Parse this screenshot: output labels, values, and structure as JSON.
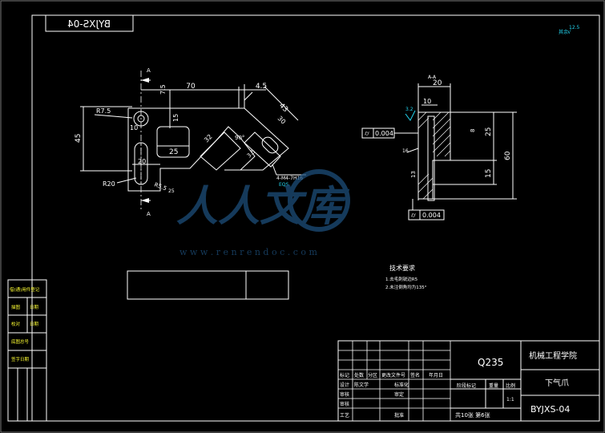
{
  "drawing": {
    "code_mirrored": "BYJXS-04",
    "roughness_symbol": "√",
    "roughness_value": "12.5",
    "roughness_prefix": "其余",
    "section_label_a": "A",
    "section_title": "A-A",
    "material": "Q235",
    "school": "机械工程学院",
    "part_name": "下气爪",
    "drawing_number": "BYJXS-04",
    "sheet_info": "共10张 第6张",
    "scale": "1:1",
    "watermark_text": "人人文库",
    "watermark_url": "w w w . r e n r e n d o c . c o m"
  },
  "dimensions_front": {
    "d70": "70",
    "d4_5": "4.5",
    "d7_5": "7.5",
    "d15": "15",
    "r7_5": "R7.5",
    "d10": "10",
    "d45": "45",
    "d25": "25",
    "d32": "32",
    "d43": "43",
    "d30": "30",
    "d90": "90°",
    "d3_5": "3.5",
    "r20": "R20",
    "d20": "20",
    "r5_5": "R5.5",
    "d25b": "25",
    "thread": "4-M4-7H16",
    "thread2": "EQS"
  },
  "dimensions_section": {
    "d20": "20",
    "d10": "10",
    "d25": "25",
    "d60": "60",
    "d15": "15",
    "d8": "8",
    "d13": "13",
    "d3_2": "3.2",
    "tol1": "0.004",
    "tol2": "0.004",
    "d16": "16"
  },
  "tech_requirements": {
    "title": "技术要求",
    "line1": "1.去毛刺锐边R5",
    "line2": "2.未注倒角均为135°"
  },
  "side_table": {
    "r1": "借(通)用件登记",
    "r2a": "描图",
    "r2b": "日期",
    "r3a": "校对",
    "r3b": "日期",
    "r4": "底图总号",
    "r5": "签字日期"
  },
  "title_block": {
    "h1": "标记",
    "h2": "处数",
    "h3": "分区",
    "h4": "更改文件号",
    "h5": "签名",
    "h6": "年月日",
    "s1": "设计",
    "s1b": "陈文学",
    "s2": "标准化",
    "s3": "审核",
    "s4": "工艺",
    "s5": "审定",
    "s6": "批准",
    "stage_label": "阶段标记",
    "weight_label": "重量",
    "scale_label": "比例"
  }
}
